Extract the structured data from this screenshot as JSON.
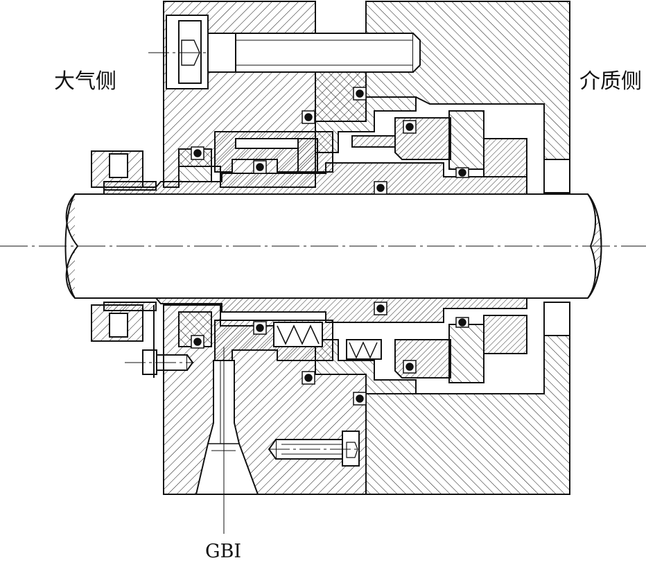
{
  "labels": {
    "atmosphere_side": "大气侧",
    "medium_side": "介质侧",
    "connection": "GBI"
  },
  "colors": {
    "line": "#111111",
    "background": "#ffffff"
  }
}
